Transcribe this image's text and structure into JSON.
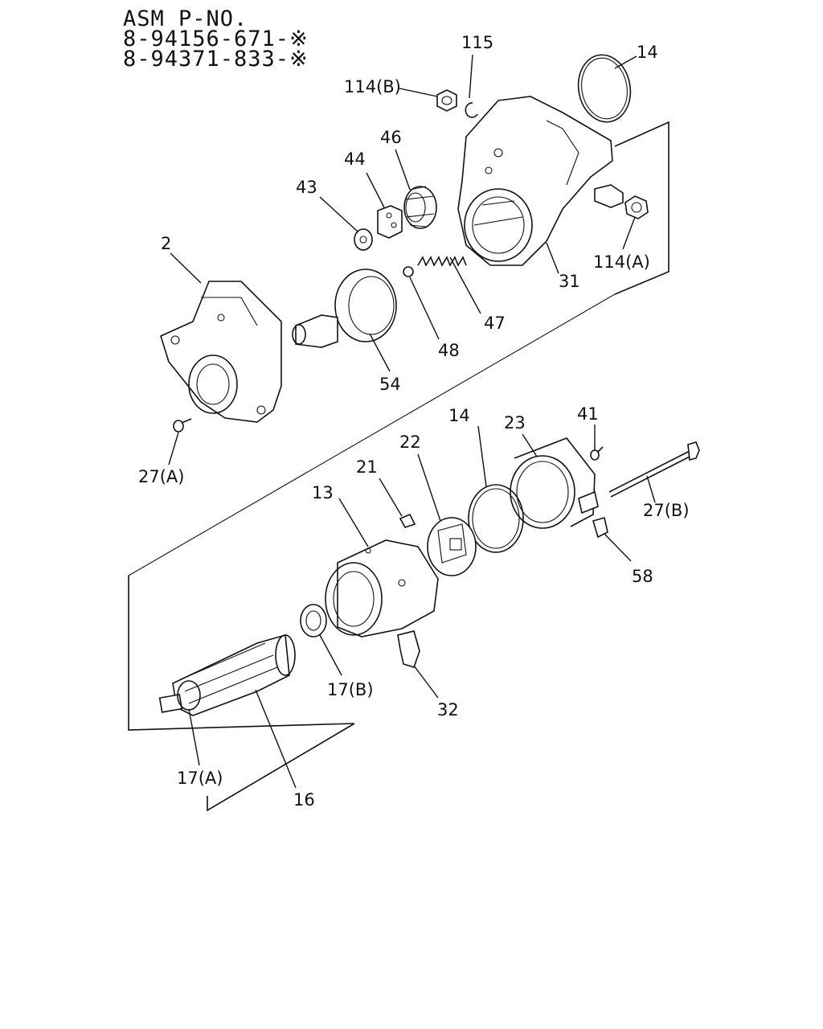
{
  "header": {
    "title": "ASM P-NO.",
    "part_numbers": [
      "8-94156-671-※",
      "8-94371-833-※"
    ]
  },
  "callouts": {
    "c115": "115",
    "c14_top": "14",
    "c114b": "114(B)",
    "c46": "46",
    "c44": "44",
    "c43": "43",
    "c2": "2",
    "c31": "31",
    "c114a": "114(A)",
    "c47": "47",
    "c48": "48",
    "c54": "54",
    "c27a": "27(A)",
    "c14_mid": "14",
    "c23": "23",
    "c41": "41",
    "c22": "22",
    "c21": "21",
    "c13": "13",
    "c27b": "27(B)",
    "c58": "58",
    "c17b": "17(B)",
    "c32": "32",
    "c17a": "17(A)",
    "c16": "16"
  }
}
